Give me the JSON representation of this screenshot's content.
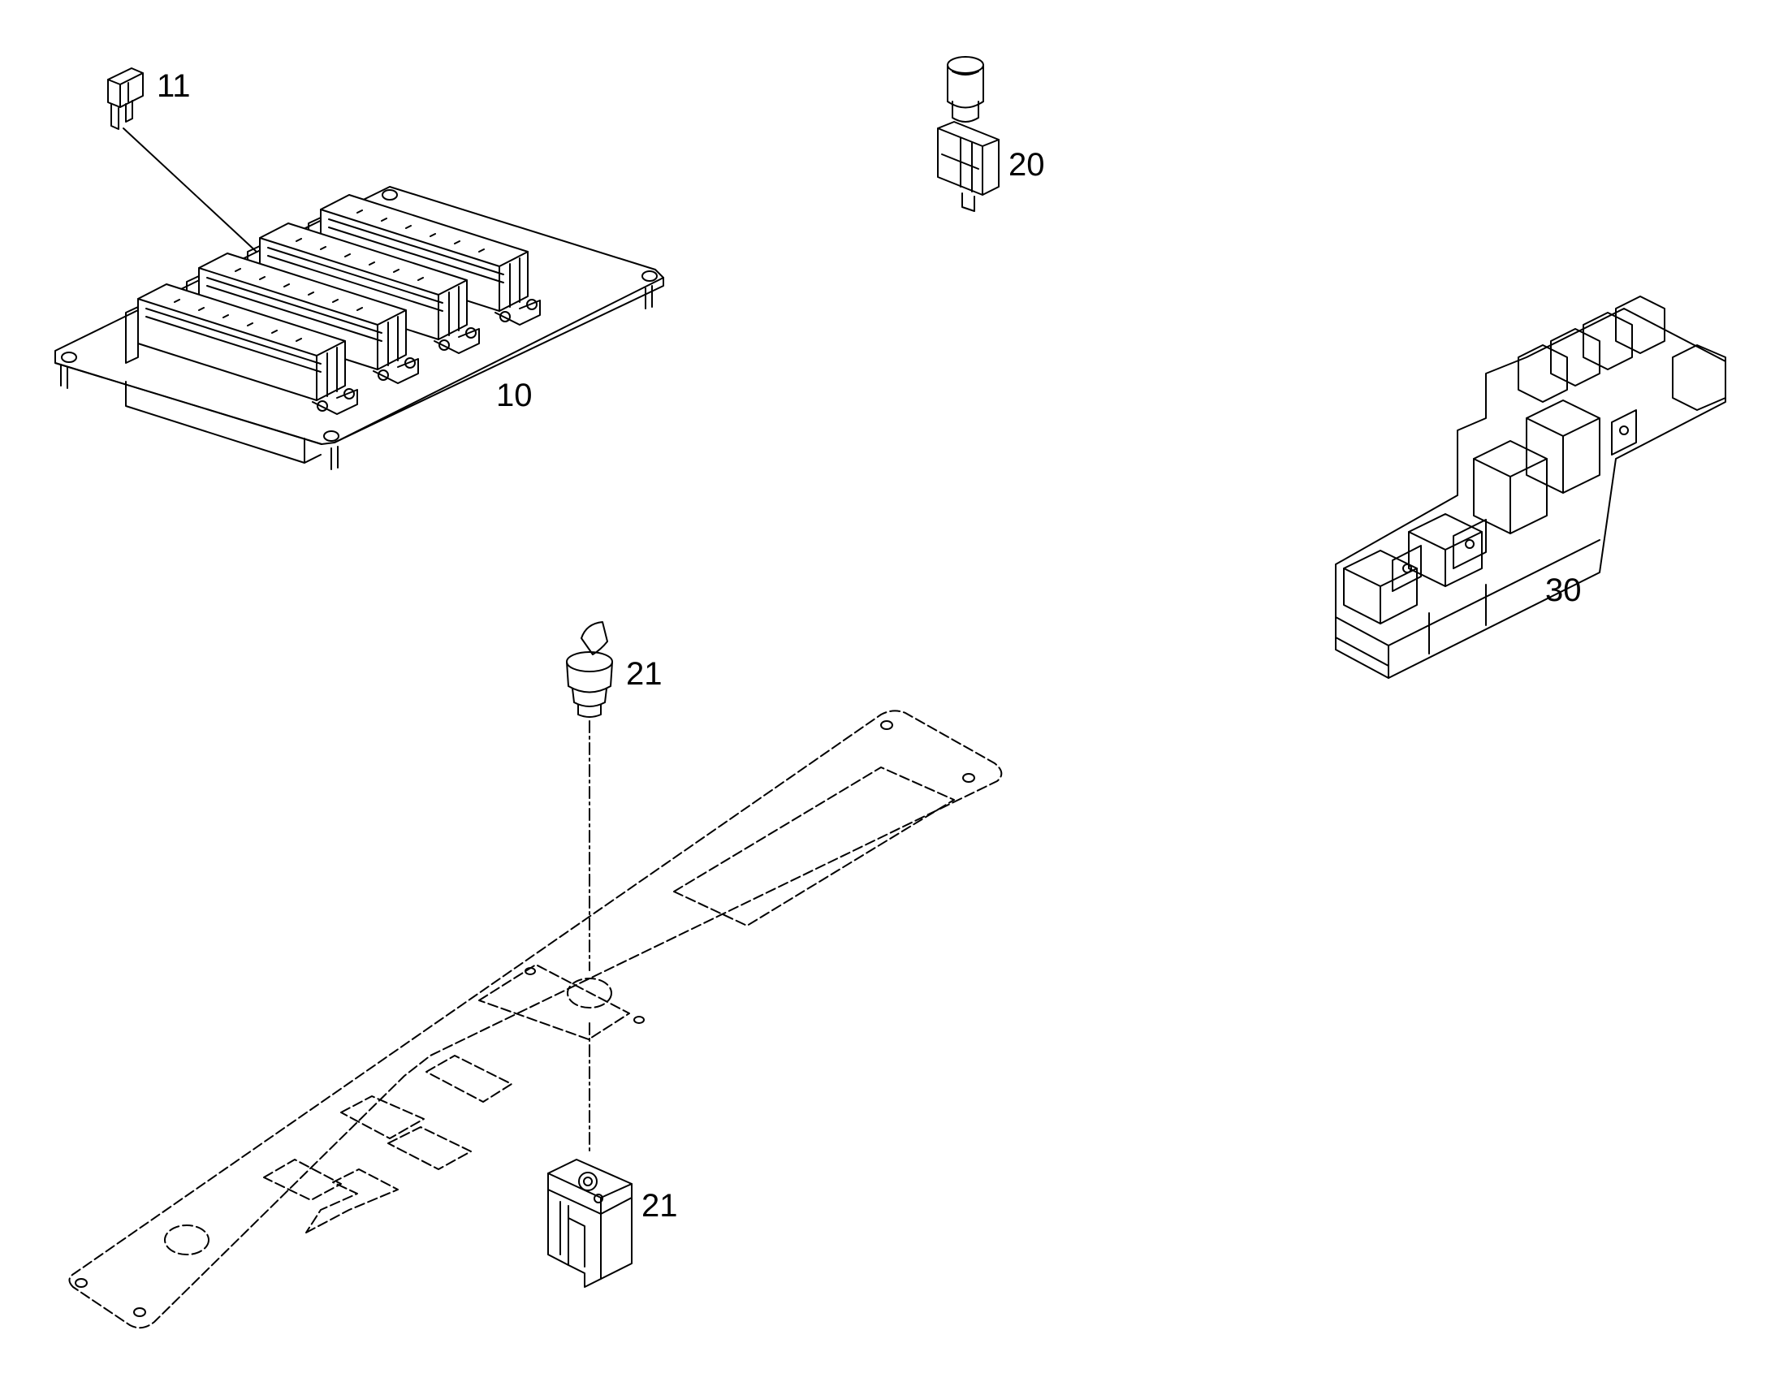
{
  "callouts": {
    "fuse": "11",
    "circuit_board": "10",
    "pushbutton": "20",
    "relay_block": "30",
    "selector_switch": "21",
    "switch_contact_block": "21"
  },
  "colors": {
    "line": "#000000",
    "background": "#ffffff"
  }
}
